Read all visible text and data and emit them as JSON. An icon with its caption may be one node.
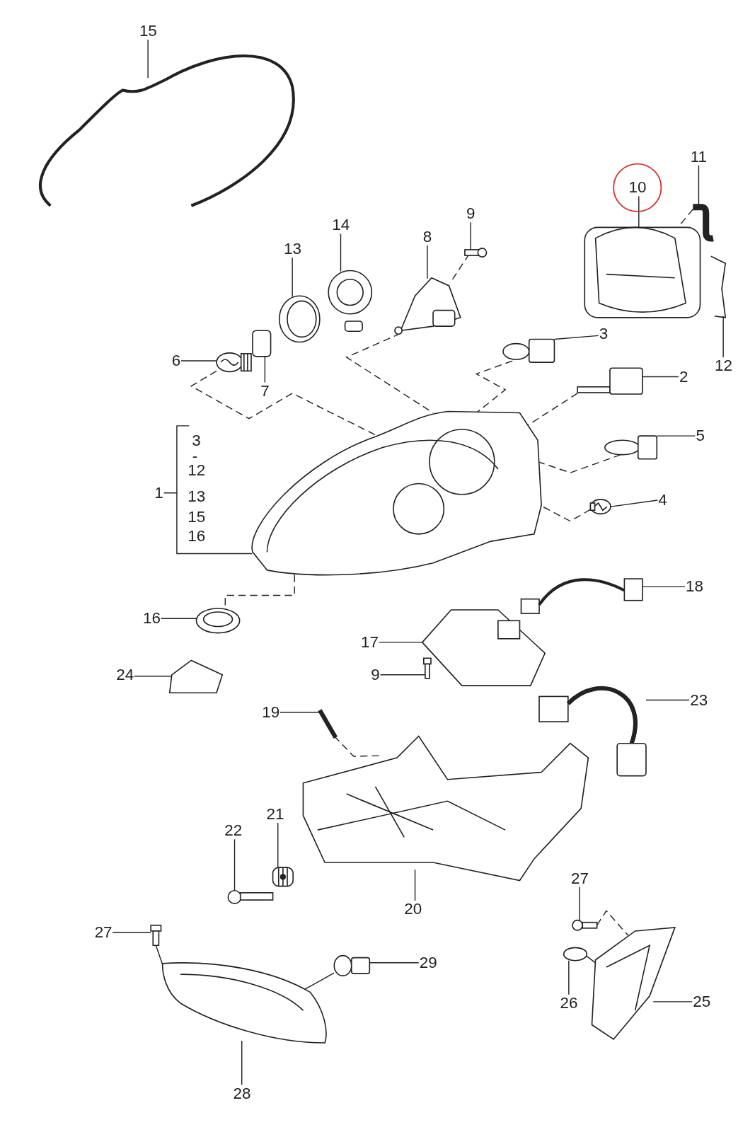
{
  "diagram": {
    "nodes": [
      {
        "text": [
          "15"
        ]
      },
      {
        "text": [],
        "shape": "picture"
      },
      {
        "text": [
          "10"
        ]
      },
      {
        "text": [],
        "shape": "picture"
      },
      {
        "text": [
          "11"
        ]
      },
      {
        "text": [],
        "shape": "picture"
      },
      {
        "text": [
          "14"
        ]
      },
      {
        "text": [],
        "shape": "picture"
      },
      {
        "text": [
          "13"
        ]
      },
      {
        "text": [],
        "shape": "picture"
      },
      {
        "text": [
          "8"
        ]
      },
      {
        "text": [],
        "shape": "picture"
      },
      {
        "text": [
          "9"
        ]
      },
      {
        "text": [],
        "shape": "picture"
      },
      {
        "text": [
          "12"
        ]
      },
      {
        "text": [],
        "shape": "picture"
      },
      {
        "text": [
          "3"
        ]
      },
      {
        "text": [],
        "shape": "picture"
      },
      {
        "text": [
          "6"
        ]
      },
      {
        "text": [],
        "shape": "picture"
      },
      {
        "text": [
          "7"
        ]
      },
      {
        "text": [],
        "shape": "picture"
      },
      {
        "text": [
          "2"
        ]
      },
      {
        "text": [],
        "shape": "picture"
      },
      {
        "text": [
          "5"
        ]
      },
      {
        "text": [],
        "shape": "picture"
      },
      {
        "text": [
          "1"
        ]
      },
      {
        "text": [],
        "shape": "picture"
      },
      {
        "text": [
          "4"
        ]
      },
      {
        "text": [],
        "shape": "picture"
      },
      {
        "text": [
          "18"
        ]
      },
      {
        "text": [],
        "shape": "picture"
      },
      {
        "text": [
          "16"
        ]
      },
      {
        "text": [],
        "shape": "picture"
      },
      {
        "text": [
          "17"
        ]
      },
      {
        "text": [],
        "shape": "picture"
      },
      {
        "text": [
          "9"
        ]
      },
      {
        "text": [],
        "shape": "picture"
      },
      {
        "text": [
          "24"
        ]
      },
      {
        "text": [],
        "shape": "picture"
      },
      {
        "text": [
          "23"
        ]
      },
      {
        "text": [],
        "shape": "picture"
      },
      {
        "text": [
          "19"
        ]
      },
      {
        "text": [],
        "shape": "picture"
      },
      {
        "text": [
          "21"
        ]
      },
      {
        "text": [],
        "shape": "picture"
      },
      {
        "text": [
          "22"
        ]
      },
      {
        "text": [],
        "shape": "picture"
      },
      {
        "text": [
          "20"
        ]
      },
      {
        "text": [],
        "shape": "picture"
      },
      {
        "text": [
          "27"
        ]
      },
      {
        "text": [],
        "shape": "picture"
      },
      {
        "text": [
          "27"
        ]
      },
      {
        "text": [],
        "shape": "picture"
      },
      {
        "text": [
          "29"
        ]
      },
      {
        "text": [],
        "shape": "picture"
      },
      {
        "text": [
          "26"
        ]
      },
      {
        "text": [],
        "shape": "picture"
      },
      {
        "text": [
          "25"
        ]
      },
      {
        "text": [],
        "shape": "picture"
      },
      {
        "text": [
          "28"
        ]
      },
      {
        "text": [],
        "shape": "picture"
      }
    ],
    "edges": [
      {
        "from": 0,
        "to": 1,
        "arrow": "none"
      },
      {
        "from": 2,
        "to": 3,
        "arrow": "none"
      },
      {
        "from": 4,
        "to": 5,
        "arrow": "none"
      },
      {
        "from": 6,
        "to": 7,
        "arrow": "none"
      },
      {
        "from": 8,
        "to": 9,
        "arrow": "none"
      },
      {
        "from": 10,
        "to": 11,
        "arrow": "none"
      },
      {
        "from": 12,
        "to": 13,
        "arrow": "none"
      },
      {
        "from": 14,
        "to": 15,
        "arrow": "none"
      },
      {
        "from": 16,
        "to": 17,
        "arrow": "none"
      },
      {
        "from": 18,
        "to": 19,
        "arrow": "none"
      },
      {
        "from": 20,
        "to": 21,
        "arrow": "none"
      },
      {
        "from": 22,
        "to": 23,
        "arrow": "none"
      },
      {
        "from": 24,
        "to": 25,
        "arrow": "none"
      },
      {
        "from": 26,
        "to": 27,
        "arrow": "none"
      },
      {
        "from": 28,
        "to": 29,
        "arrow": "none"
      },
      {
        "from": 30,
        "to": 31,
        "arrow": "none"
      },
      {
        "from": 32,
        "to": 33,
        "arrow": "none"
      },
      {
        "from": 34,
        "to": 35,
        "arrow": "none"
      },
      {
        "from": 36,
        "to": 37,
        "arrow": "none"
      },
      {
        "from": 38,
        "to": 39,
        "arrow": "none"
      },
      {
        "from": 40,
        "to": 41,
        "arrow": "none"
      },
      {
        "from": 42,
        "to": 43,
        "arrow": "none"
      },
      {
        "from": 44,
        "to": 45,
        "arrow": "none"
      },
      {
        "from": 46,
        "to": 47,
        "arrow": "none"
      },
      {
        "from": 48,
        "to": 49,
        "arrow": "none"
      },
      {
        "from": 50,
        "to": 51,
        "arrow": "none"
      },
      {
        "from": 52,
        "to": 53,
        "arrow": "none"
      },
      {
        "from": 54,
        "to": 55,
        "arrow": "none"
      },
      {
        "from": 56,
        "to": 57,
        "arrow": "none"
      },
      {
        "from": 58,
        "to": 59,
        "arrow": "none"
      },
      {
        "from": 60,
        "to": 61,
        "arrow": "none"
      },
      {
        "from": 13,
        "to": 11,
        "arrow": "none",
        "style": "dashed"
      },
      {
        "from": 5,
        "to": 3,
        "arrow": "none",
        "style": "dashed"
      },
      {
        "from": 19,
        "to": 27,
        "arrow": "none",
        "style": "dashed"
      },
      {
        "from": 11,
        "to": 27,
        "arrow": "none",
        "style": "dashed"
      },
      {
        "from": 17,
        "to": 27,
        "arrow": "none",
        "style": "dashed"
      },
      {
        "from": 23,
        "to": 27,
        "arrow": "none",
        "style": "dashed"
      },
      {
        "from": 25,
        "to": 27,
        "arrow": "none",
        "style": "dashed"
      },
      {
        "from": 29,
        "to": 27,
        "arrow": "none",
        "style": "dashed"
      },
      {
        "from": 27,
        "to": 33,
        "arrow": "none",
        "style": "dashed"
      },
      {
        "from": 43,
        "to": 49,
        "arrow": "none",
        "style": "dashed"
      },
      {
        "from": 51,
        "to": 59,
        "arrow": "none",
        "style": "dashed"
      },
      {
        "from": 57,
        "to": 59,
        "arrow": "none"
      },
      {
        "from": 55,
        "to": 61,
        "arrow": "none"
      },
      {
        "from": 53,
        "to": 61,
        "arrow": "none"
      }
    ],
    "labels": [
      "3",
      "-",
      "12",
      "13",
      "15",
      "16"
    ]
  }
}
